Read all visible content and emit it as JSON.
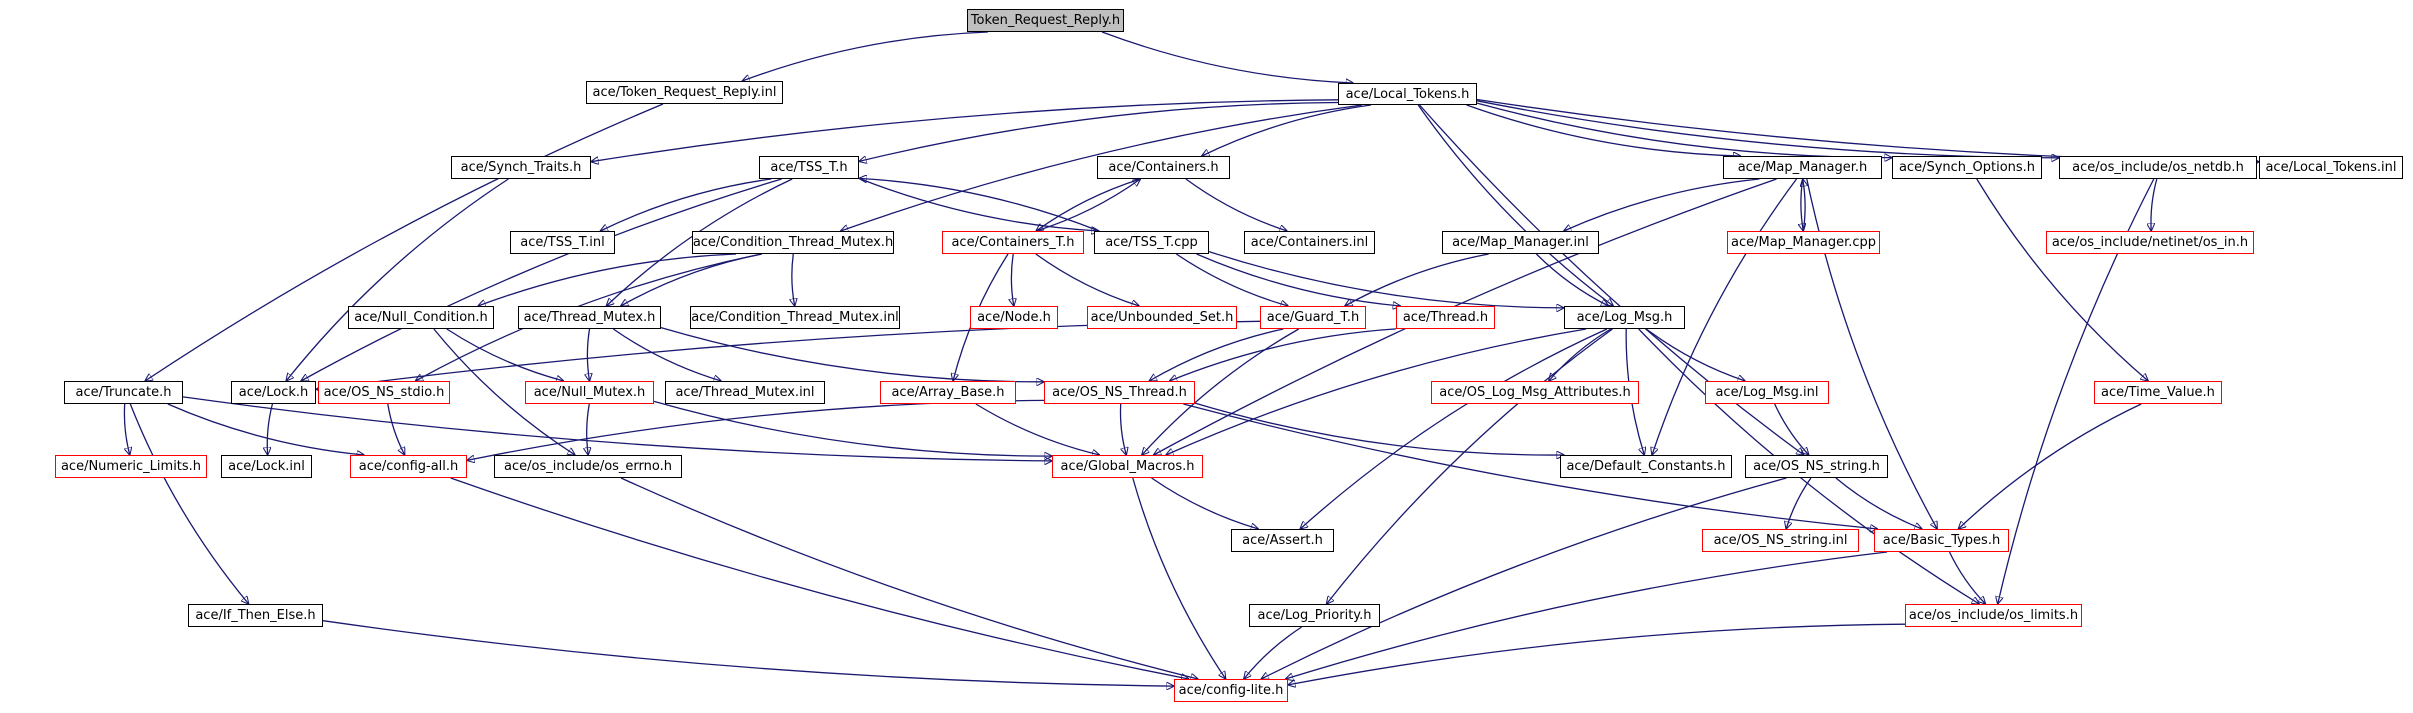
{
  "colors": {
    "edge": "#191970",
    "box_border": "#000000",
    "truncated_border": "#ff0000",
    "root_fill": "#bfbfbf",
    "background": "#ffffff"
  },
  "nodes": {
    "root": {
      "label": "Token_Request_Reply.h",
      "truncated": false,
      "root": true
    },
    "token_inl": {
      "label": "ace/Token_Request_Reply.inl",
      "truncated": false
    },
    "local_tokens_h": {
      "label": "ace/Local_Tokens.h",
      "truncated": false
    },
    "synch_traits": {
      "label": "ace/Synch_Traits.h",
      "truncated": false
    },
    "tss_t_h": {
      "label": "ace/TSS_T.h",
      "truncated": false
    },
    "containers_h": {
      "label": "ace/Containers.h",
      "truncated": false
    },
    "map_manager_h": {
      "label": "ace/Map_Manager.h",
      "truncated": false
    },
    "synch_options": {
      "label": "ace/Synch_Options.h",
      "truncated": false
    },
    "os_netdb": {
      "label": "ace/os_include/os_netdb.h",
      "truncated": false
    },
    "local_tokens_inl": {
      "label": "ace/Local_Tokens.inl",
      "truncated": false
    },
    "tss_t_inl": {
      "label": "ace/TSS_T.inl",
      "truncated": false
    },
    "cond_thread_mutex_h": {
      "label": "ace/Condition_Thread_Mutex.h",
      "truncated": false
    },
    "containers_t_h": {
      "label": "ace/Containers_T.h",
      "truncated": true
    },
    "tss_t_cpp": {
      "label": "ace/TSS_T.cpp",
      "truncated": false
    },
    "containers_inl": {
      "label": "ace/Containers.inl",
      "truncated": false
    },
    "map_manager_inl": {
      "label": "ace/Map_Manager.inl",
      "truncated": false
    },
    "map_manager_cpp": {
      "label": "ace/Map_Manager.cpp",
      "truncated": true
    },
    "netinet_in": {
      "label": "ace/os_include/netinet/os_in.h",
      "truncated": true
    },
    "null_condition": {
      "label": "ace/Null_Condition.h",
      "truncated": false
    },
    "thread_mutex_h": {
      "label": "ace/Thread_Mutex.h",
      "truncated": false
    },
    "cond_thread_mutex_inl": {
      "label": "ace/Condition_Thread_Mutex.inl",
      "truncated": false
    },
    "node_h": {
      "label": "ace/Node.h",
      "truncated": true
    },
    "unbounded_set": {
      "label": "ace/Unbounded_Set.h",
      "truncated": true
    },
    "guard_t": {
      "label": "ace/Guard_T.h",
      "truncated": true
    },
    "thread_h": {
      "label": "ace/Thread.h",
      "truncated": true
    },
    "log_msg_h": {
      "label": "ace/Log_Msg.h",
      "truncated": false
    },
    "truncate_h": {
      "label": "ace/Truncate.h",
      "truncated": false
    },
    "lock_h": {
      "label": "ace/Lock.h",
      "truncated": false
    },
    "os_ns_stdio": {
      "label": "ace/OS_NS_stdio.h",
      "truncated": true
    },
    "null_mutex": {
      "label": "ace/Null_Mutex.h",
      "truncated": true
    },
    "thread_mutex_inl": {
      "label": "ace/Thread_Mutex.inl",
      "truncated": false
    },
    "array_base": {
      "label": "ace/Array_Base.h",
      "truncated": true
    },
    "os_ns_thread": {
      "label": "ace/OS_NS_Thread.h",
      "truncated": true
    },
    "os_log_msg_attr": {
      "label": "ace/OS_Log_Msg_Attributes.h",
      "truncated": true
    },
    "log_msg_inl": {
      "label": "ace/Log_Msg.inl",
      "truncated": true
    },
    "time_value": {
      "label": "ace/Time_Value.h",
      "truncated": true
    },
    "numeric_limits": {
      "label": "ace/Numeric_Limits.h",
      "truncated": true
    },
    "lock_inl": {
      "label": "ace/Lock.inl",
      "truncated": false
    },
    "config_all": {
      "label": "ace/config-all.h",
      "truncated": true
    },
    "os_errno": {
      "label": "ace/os_include/os_errno.h",
      "truncated": false
    },
    "global_macros": {
      "label": "ace/Global_Macros.h",
      "truncated": true
    },
    "default_constants": {
      "label": "ace/Default_Constants.h",
      "truncated": false
    },
    "os_ns_string_h": {
      "label": "ace/OS_NS_string.h",
      "truncated": false
    },
    "assert_h": {
      "label": "ace/Assert.h",
      "truncated": false
    },
    "os_ns_string_inl": {
      "label": "ace/OS_NS_string.inl",
      "truncated": true
    },
    "basic_types": {
      "label": "ace/Basic_Types.h",
      "truncated": true
    },
    "if_then_else": {
      "label": "ace/If_Then_Else.h",
      "truncated": false
    },
    "log_priority": {
      "label": "ace/Log_Priority.h",
      "truncated": false
    },
    "os_limits": {
      "label": "ace/os_include/os_limits.h",
      "truncated": true
    },
    "config_lite": {
      "label": "ace/config-lite.h",
      "truncated": true
    }
  },
  "edges": [
    [
      "root",
      "token_inl"
    ],
    [
      "root",
      "local_tokens_h"
    ],
    [
      "token_inl",
      "truncate_h"
    ],
    [
      "local_tokens_h",
      "synch_traits"
    ],
    [
      "local_tokens_h",
      "tss_t_h"
    ],
    [
      "local_tokens_h",
      "containers_h"
    ],
    [
      "local_tokens_h",
      "map_manager_h"
    ],
    [
      "local_tokens_h",
      "synch_options"
    ],
    [
      "local_tokens_h",
      "os_netdb"
    ],
    [
      "local_tokens_h",
      "local_tokens_inl"
    ],
    [
      "local_tokens_h",
      "cond_thread_mutex_h"
    ],
    [
      "local_tokens_h",
      "log_msg_h"
    ],
    [
      "local_tokens_h",
      "os_ns_string_h"
    ],
    [
      "synch_traits",
      "lock_h"
    ],
    [
      "tss_t_h",
      "tss_t_inl"
    ],
    [
      "tss_t_h",
      "tss_t_cpp"
    ],
    [
      "tss_t_h",
      "thread_mutex_h"
    ],
    [
      "tss_t_h",
      "lock_h"
    ],
    [
      "containers_h",
      "containers_t_h"
    ],
    [
      "containers_h",
      "containers_inl"
    ],
    [
      "map_manager_h",
      "map_manager_inl"
    ],
    [
      "map_manager_h",
      "map_manager_cpp"
    ],
    [
      "map_manager_h",
      "basic_types"
    ],
    [
      "map_manager_h",
      "default_constants"
    ],
    [
      "map_manager_h",
      "global_macros"
    ],
    [
      "synch_options",
      "time_value"
    ],
    [
      "os_netdb",
      "netinet_in"
    ],
    [
      "os_netdb",
      "os_limits"
    ],
    [
      "cond_thread_mutex_h",
      "null_condition"
    ],
    [
      "cond_thread_mutex_h",
      "thread_mutex_h"
    ],
    [
      "cond_thread_mutex_h",
      "cond_thread_mutex_inl"
    ],
    [
      "cond_thread_mutex_h",
      "os_ns_stdio"
    ],
    [
      "containers_t_h",
      "containers_h"
    ],
    [
      "containers_t_h",
      "node_h"
    ],
    [
      "containers_t_h",
      "unbounded_set"
    ],
    [
      "containers_t_h",
      "array_base"
    ],
    [
      "tss_t_cpp",
      "tss_t_h"
    ],
    [
      "tss_t_cpp",
      "guard_t"
    ],
    [
      "tss_t_cpp",
      "thread_h"
    ],
    [
      "tss_t_cpp",
      "log_msg_h"
    ],
    [
      "map_manager_cpp",
      "map_manager_h"
    ],
    [
      "map_manager_inl",
      "guard_t"
    ],
    [
      "map_manager_inl",
      "log_msg_h"
    ],
    [
      "null_condition",
      "null_mutex"
    ],
    [
      "null_condition",
      "os_errno"
    ],
    [
      "thread_mutex_h",
      "null_mutex"
    ],
    [
      "thread_mutex_h",
      "thread_mutex_inl"
    ],
    [
      "thread_mutex_h",
      "os_ns_thread"
    ],
    [
      "guard_t",
      "lock_h"
    ],
    [
      "guard_t",
      "os_ns_thread"
    ],
    [
      "guard_t",
      "global_macros"
    ],
    [
      "thread_h",
      "os_ns_thread"
    ],
    [
      "log_msg_h",
      "os_log_msg_attr"
    ],
    [
      "log_msg_h",
      "log_msg_inl"
    ],
    [
      "log_msg_h",
      "default_constants"
    ],
    [
      "log_msg_h",
      "assert_h"
    ],
    [
      "log_msg_h",
      "log_priority"
    ],
    [
      "log_msg_h",
      "os_limits"
    ],
    [
      "log_msg_h",
      "global_macros"
    ],
    [
      "truncate_h",
      "numeric_limits"
    ],
    [
      "truncate_h",
      "config_all"
    ],
    [
      "truncate_h",
      "if_then_else"
    ],
    [
      "truncate_h",
      "global_macros"
    ],
    [
      "lock_h",
      "lock_inl"
    ],
    [
      "os_ns_stdio",
      "config_all"
    ],
    [
      "null_mutex",
      "os_errno"
    ],
    [
      "null_mutex",
      "global_macros"
    ],
    [
      "array_base",
      "global_macros"
    ],
    [
      "os_ns_thread",
      "config_all"
    ],
    [
      "os_ns_thread",
      "global_macros"
    ],
    [
      "os_ns_thread",
      "default_constants"
    ],
    [
      "os_ns_thread",
      "basic_types"
    ],
    [
      "log_msg_inl",
      "os_ns_string_h"
    ],
    [
      "time_value",
      "basic_types"
    ],
    [
      "os_ns_string_h",
      "os_ns_string_inl"
    ],
    [
      "os_ns_string_h",
      "basic_types"
    ],
    [
      "os_ns_string_h",
      "config_lite"
    ],
    [
      "global_macros",
      "assert_h"
    ],
    [
      "global_macros",
      "config_lite"
    ],
    [
      "config_all",
      "config_lite"
    ],
    [
      "os_errno",
      "config_lite"
    ],
    [
      "basic_types",
      "os_limits"
    ],
    [
      "basic_types",
      "config_lite"
    ],
    [
      "if_then_else",
      "config_lite"
    ],
    [
      "log_priority",
      "config_lite"
    ],
    [
      "os_limits",
      "config_lite"
    ]
  ]
}
